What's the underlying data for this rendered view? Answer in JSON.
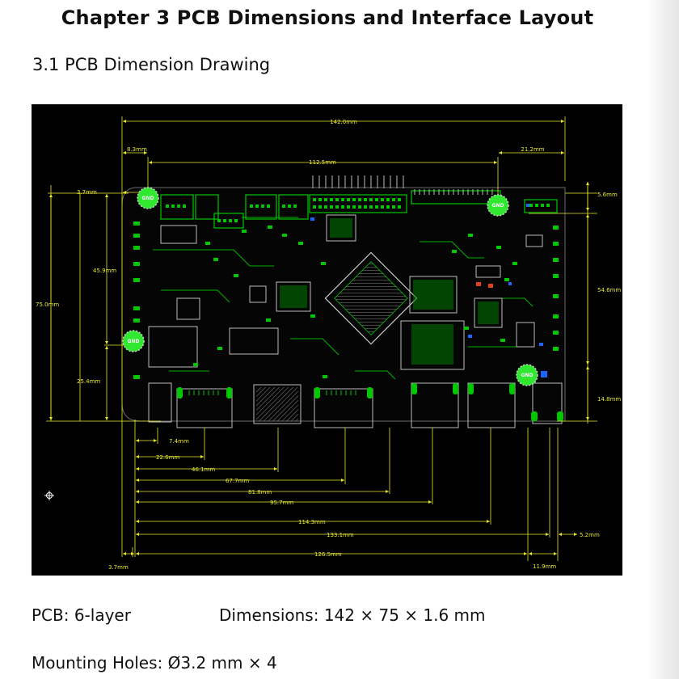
{
  "chapter_title": "Chapter 3 PCB Dimensions and Interface Layout",
  "section_title": "3.1 PCB Dimension Drawing",
  "drawing": {
    "dimensions": [
      {
        "id": "overall_width",
        "label": "142.0mm"
      },
      {
        "id": "left_hole_offset",
        "label": "8.3mm"
      },
      {
        "id": "hole_spacing_top",
        "label": "112.5mm"
      },
      {
        "id": "right_hole_offset",
        "label": "21.2mm"
      },
      {
        "id": "top_hole_y",
        "label": "3.7mm"
      },
      {
        "id": "right_top",
        "label": "5.6mm"
      },
      {
        "id": "left_hole_gap",
        "label": "45.9mm"
      },
      {
        "id": "overall_height",
        "label": "75.0mm"
      },
      {
        "id": "right_vertical",
        "label": "54.6mm"
      },
      {
        "id": "bottom_left_hole",
        "label": "25.4mm"
      },
      {
        "id": "right_bottom",
        "label": "14.8mm"
      },
      {
        "id": "b1",
        "label": "7.4mm"
      },
      {
        "id": "b2",
        "label": "22.6mm"
      },
      {
        "id": "b3",
        "label": "46.1mm"
      },
      {
        "id": "b4",
        "label": "67.7mm"
      },
      {
        "id": "b5",
        "label": "81.8mm"
      },
      {
        "id": "b6",
        "label": "95.7mm"
      },
      {
        "id": "b7",
        "label": "114.3mm"
      },
      {
        "id": "b8",
        "label": "133.1mm"
      },
      {
        "id": "b9",
        "label": "126.5mm"
      },
      {
        "id": "bottom_left_margin",
        "label": "3.7mm"
      },
      {
        "id": "bottom_right_margin",
        "label": "11.9mm"
      },
      {
        "id": "right_small",
        "label": "5.2mm"
      }
    ],
    "hole_label": "GND",
    "colors": {
      "background": "#000000",
      "dimension": "#e8e832",
      "copper": "#00c800",
      "silkscreen": "#ffffff",
      "hole": "#2fe82f"
    }
  },
  "specs": {
    "pcb": "PCB: 6-layer",
    "dimensions": "Dimensions: 142 × 75 × 1.6 mm",
    "holes": "Mounting Holes: Ø3.2 mm  ×  4"
  }
}
